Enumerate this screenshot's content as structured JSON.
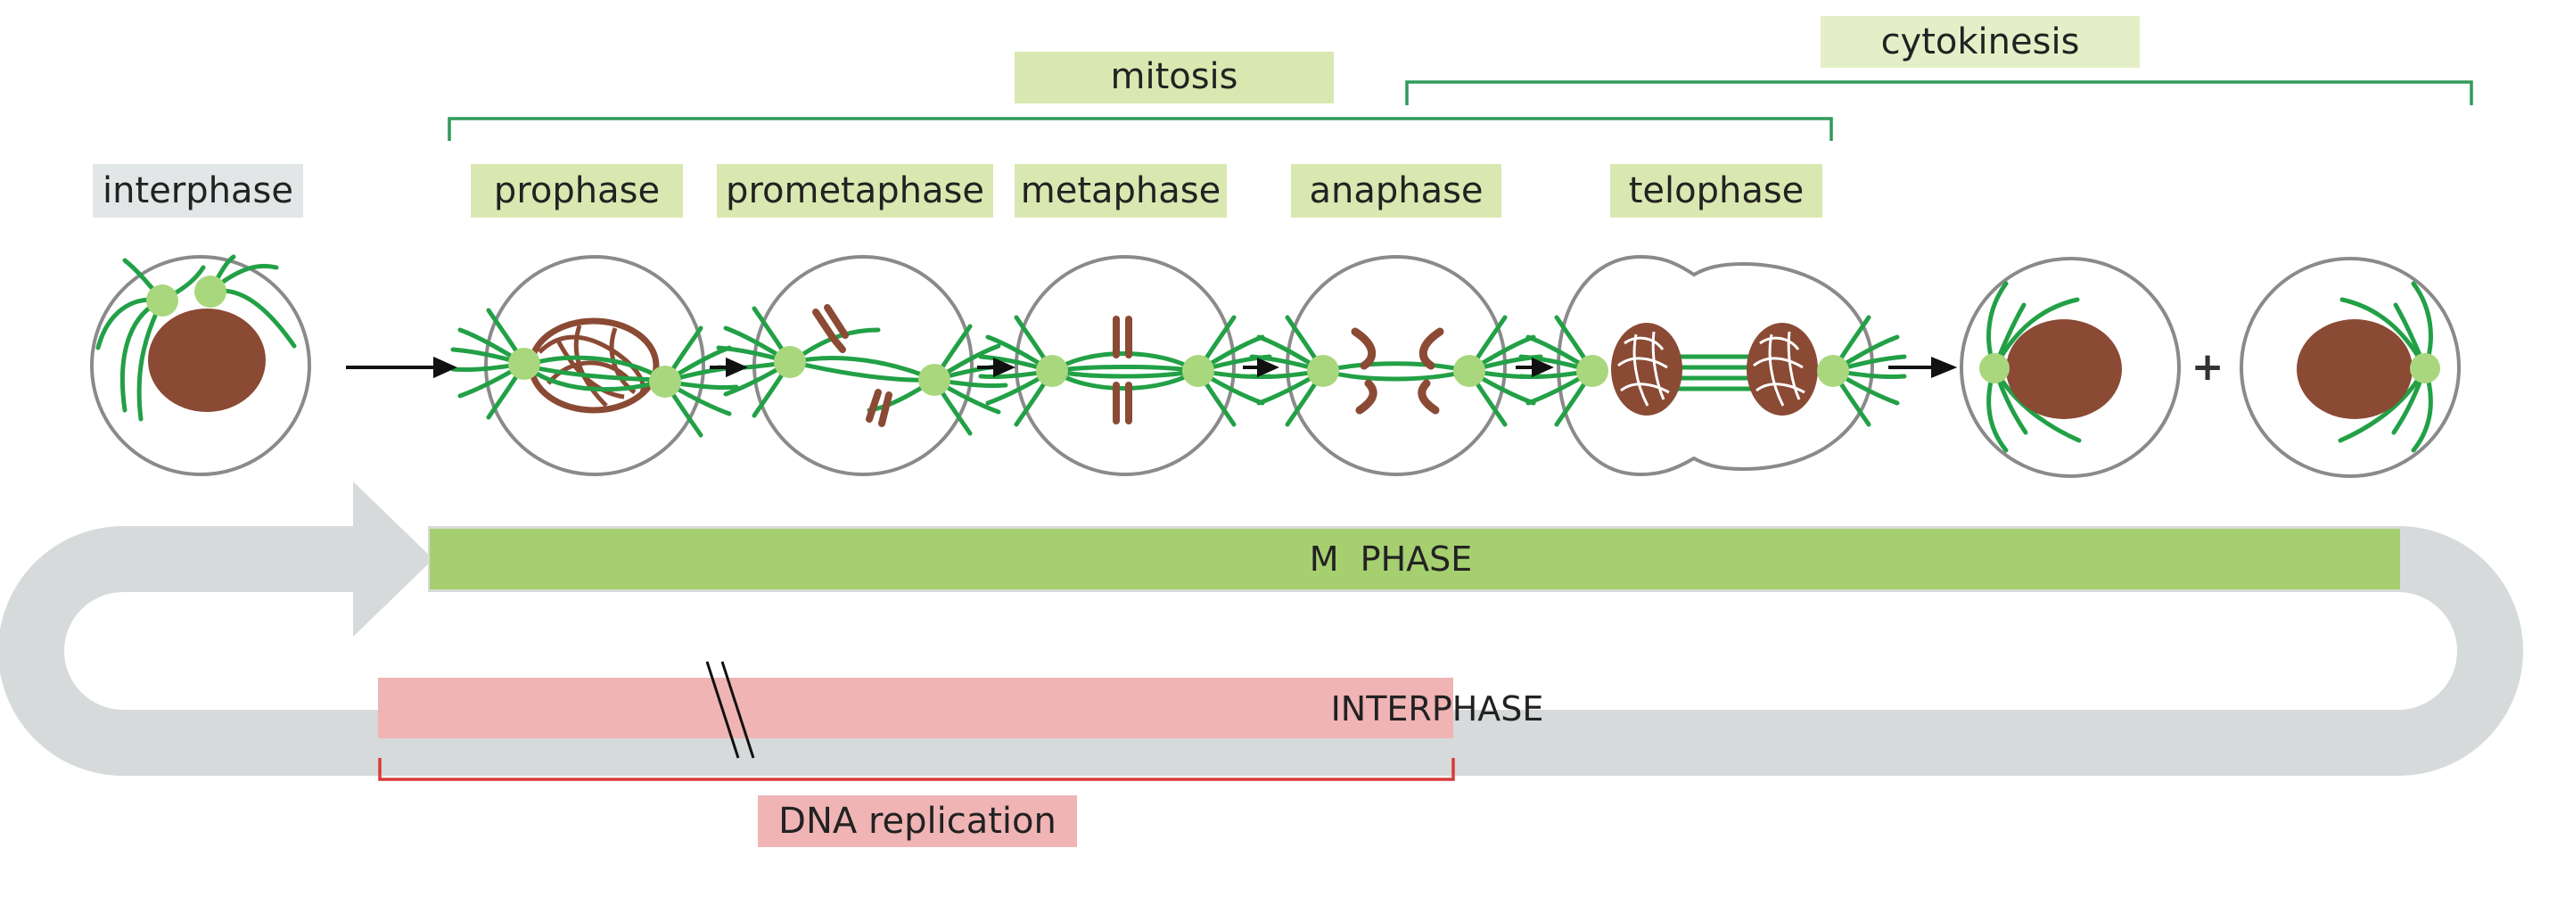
{
  "labels": {
    "cytokinesis": "cytokinesis",
    "mitosis": "mitosis",
    "interphase": "interphase",
    "prophase": "prophase",
    "prometaphase": "prometaphase",
    "metaphase": "metaphase",
    "anaphase": "anaphase",
    "telophase": "telophase"
  },
  "cycle": {
    "m_phase": "M  PHASE",
    "interphase_bar": "INTERPHASE",
    "dna_replication": "DNA replication"
  },
  "plus_sign": "+",
  "colors": {
    "label_green": "#d9e8b0",
    "label_light_green": "#e4efc8",
    "label_gray": "#e3e6e6",
    "bracket_green": "#2f9a5a",
    "m_phase_green": "#a6cf70",
    "cycle_gray": "#d6dadb",
    "replication_pink": "#f0b4b5",
    "bracket_red": "#d83a3a",
    "spindle_green": "#22a046",
    "centrosome_green": "#a9d77d",
    "chromatin_brown": "#8a4a34",
    "cell_outline": "#8a8a8a",
    "arrow": "#111111"
  }
}
